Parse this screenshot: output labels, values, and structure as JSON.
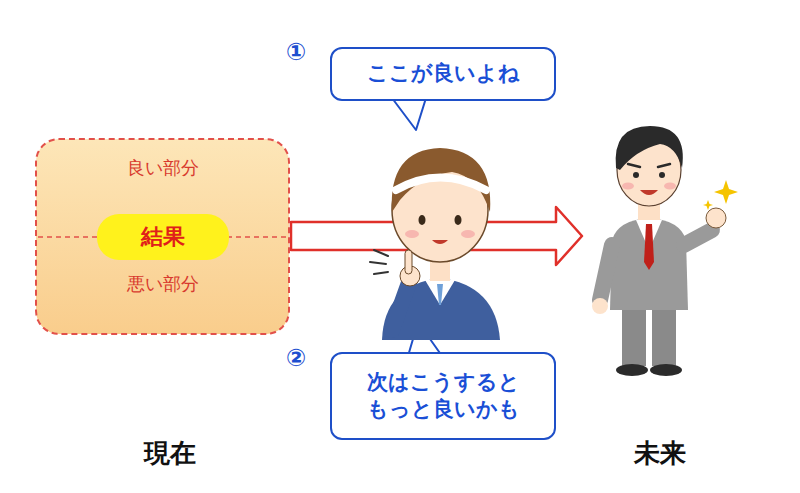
{
  "diagram": {
    "nodes": [
      {
        "text": [
          "ここが良いよね"
        ]
      },
      {
        "text": [
          "良い部分",
          "悪い部分"
        ]
      },
      {
        "text": [
          "結果"
        ],
        "in": 1
      },
      {
        "text": [
          "次はこうすると もっと良いかも"
        ]
      }
    ],
    "labels": [
      "①",
      "②",
      "現在",
      "未来"
    ]
  }
}
